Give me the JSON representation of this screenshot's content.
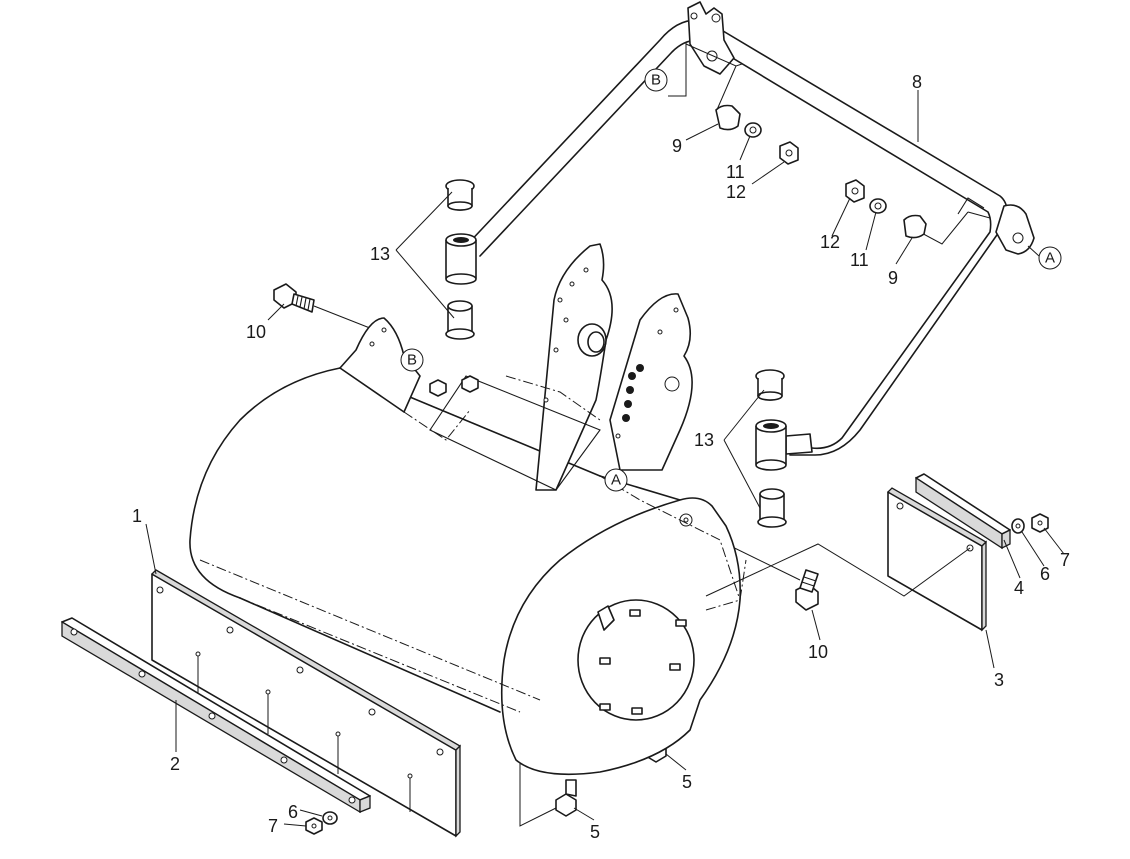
{
  "callouts": [
    {
      "id": "c1",
      "text": "1"
    },
    {
      "id": "c2",
      "text": "2"
    },
    {
      "id": "c3",
      "text": "3"
    },
    {
      "id": "c4",
      "text": "4"
    },
    {
      "id": "c5a",
      "text": "5"
    },
    {
      "id": "c5b",
      "text": "5"
    },
    {
      "id": "c6a",
      "text": "6"
    },
    {
      "id": "c6b",
      "text": "6"
    },
    {
      "id": "c7a",
      "text": "7"
    },
    {
      "id": "c7b",
      "text": "7"
    },
    {
      "id": "c8",
      "text": "8"
    },
    {
      "id": "c9a",
      "text": "9"
    },
    {
      "id": "c9b",
      "text": "9"
    },
    {
      "id": "c10a",
      "text": "10"
    },
    {
      "id": "c10b",
      "text": "10"
    },
    {
      "id": "c11a",
      "text": "11"
    },
    {
      "id": "c11b",
      "text": "11"
    },
    {
      "id": "c12a",
      "text": "12"
    },
    {
      "id": "c12b",
      "text": "12"
    },
    {
      "id": "c13a",
      "text": "13"
    },
    {
      "id": "c13b",
      "text": "13"
    }
  ],
  "refs": [
    {
      "id": "rA1",
      "text": "A"
    },
    {
      "id": "rA2",
      "text": "A"
    },
    {
      "id": "rB1",
      "text": "B"
    },
    {
      "id": "rB2",
      "text": "B"
    }
  ]
}
